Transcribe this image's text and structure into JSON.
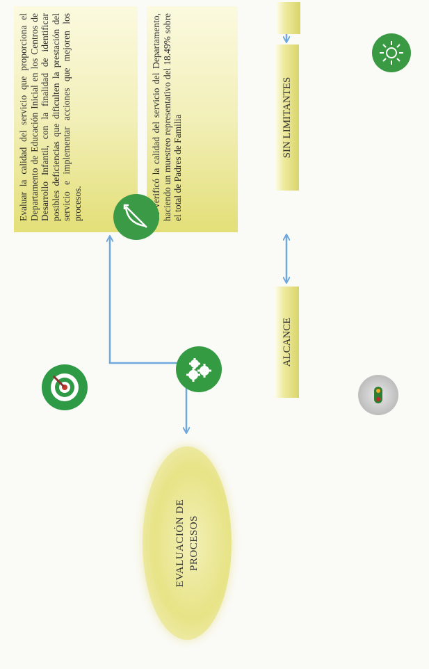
{
  "center": {
    "title": "EVALUACIÓN DE\nPROCESOS"
  },
  "labels": {
    "alcance": "ALCANCE",
    "sin_limitantes": "SIN LIMITANTES"
  },
  "boxes": {
    "objetivo": "Evaluar la calidad del servicio que proporciona el Departamento de Educación Inicial en los Centros de Desarrollo Infantil, con la finalidad de identificar posibles deficiencias que dificulten la prestación del servicio e implementar acciones que mejoren los procesos.",
    "alcance": "Se verificó la calidad del servicio del Departamento, haciendo un muestreo representativo del 18.49% sobre el total de Padres de Familia"
  },
  "icons": [
    "sun-icon",
    "target-icon",
    "bow-arrow-icon",
    "gears-icon",
    "knob-icon"
  ],
  "colors": {
    "green": "#359b42",
    "yellow": "#e7e386",
    "connector": "#6fa8dc"
  }
}
